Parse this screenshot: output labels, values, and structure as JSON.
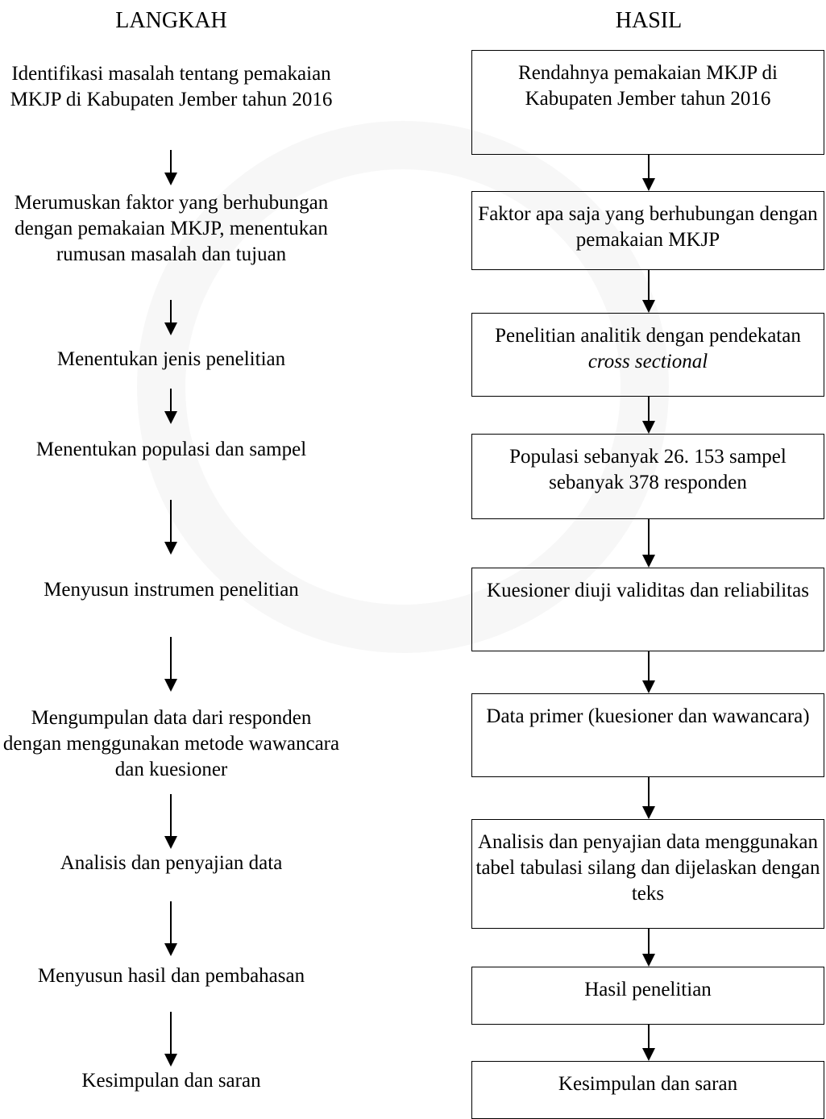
{
  "headers": {
    "left": "LANGKAH",
    "right": "HASIL"
  },
  "steps": [
    "Identifikasi masalah tentang pemakaian MKJP di Kabupaten Jember tahun 2016",
    "Merumuskan faktor yang berhubungan dengan pemakaian MKJP, menentukan rumusan masalah dan tujuan",
    "Menentukan jenis penelitian",
    "Menentukan populasi dan sampel",
    "Menyusun instrumen penelitian",
    "Mengumpulan data dari responden dengan menggunakan metode wawancara dan kuesioner",
    "Analisis dan penyajian data",
    "Menyusun hasil dan pembahasan",
    "Kesimpulan dan saran"
  ],
  "results": [
    "Rendahnya pemakaian MKJP di Kabupaten Jember tahun 2016",
    "Faktor apa saja yang berhubungan dengan pemakaian MKJP",
    "Penelitian analitik dengan pendekatan cross sectional",
    "Populasi sebanyak 26. 153 sampel sebanyak 378 responden",
    "Kuesioner diuji validitas dan reliabilitas",
    "Data primer (kuesioner dan wawancara)",
    "Analisis dan penyajian data menggunakan tabel tabulasi silang dan dijelaskan dengan teks",
    "Hasil penelitian",
    "Kesimpulan dan saran"
  ]
}
